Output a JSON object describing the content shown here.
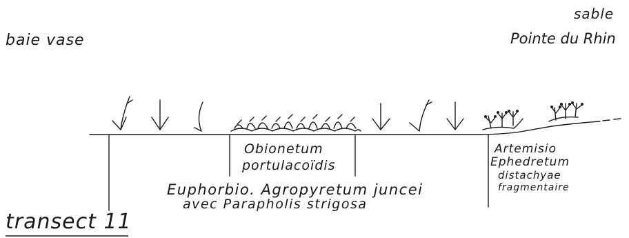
{
  "labels": {
    "top_left": "baie vase",
    "top_right_1": "sable",
    "top_right_2": "Pointe du Rhin",
    "zone_middle_1": "Obionetum",
    "zone_middle_2": "portulacoïdis",
    "zone_right_1": "Artemisio",
    "zone_right_2": "Ephedretum",
    "zone_right_3": "distachyae",
    "zone_right_4": "fragmentaire",
    "zone_main_1": "Euphorbio. Agropyretum juncei",
    "zone_main_2": "avec Parapholis strigosa",
    "transect": "transect 11"
  },
  "colors": {
    "ink": "#1a1a1a",
    "background": "#ffffff"
  }
}
